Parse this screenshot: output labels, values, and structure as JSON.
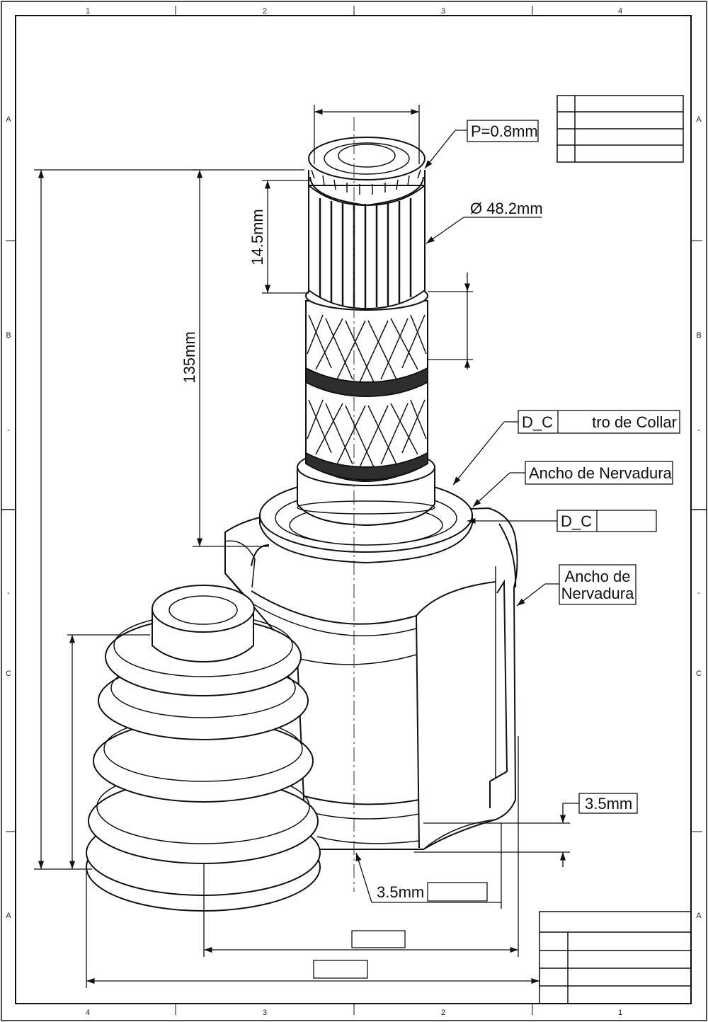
{
  "sheet": {
    "zones_top": [
      "1",
      "2",
      "3",
      "4"
    ],
    "zones_bottom": [
      "4",
      "3",
      "2",
      "1"
    ],
    "zones_left": [
      "A",
      "B",
      "-",
      "-",
      "C",
      "A"
    ],
    "zones_right": [
      "A",
      "B",
      "-",
      "-",
      "C",
      "A"
    ]
  },
  "callouts": {
    "pitch": "P=0.8mm",
    "diameter": "Ø 48.2mm",
    "collar_code": "D_C",
    "collar_text": "tro de Collar",
    "rib_width_1": "Ancho de Nervadura",
    "dc2_code": "D_C",
    "rib_width_2_line1": "Ancho de",
    "rib_width_2_line2": "Nervadura",
    "offset_right": "3.5mm",
    "offset_bottom": "3.5mm"
  },
  "dimensions": {
    "spline_length": "14.5mm",
    "overall_height": "135mm"
  }
}
